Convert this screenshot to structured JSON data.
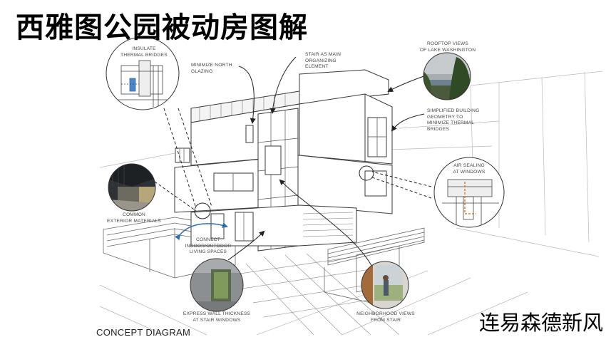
{
  "title": "西雅图公园被动房图解",
  "footer": "CONCEPT DIAGRAM",
  "watermark": "连易森德新风",
  "colors": {
    "line": "#555555",
    "accent_blue": "#2a6fb4",
    "accent_orange": "#e0792b",
    "title": "#000000"
  },
  "annotations": {
    "insulate": [
      "INSULATE",
      "THERMAL BRIDGES"
    ],
    "north": [
      "MINIMIZE NORTH",
      "GLAZING"
    ],
    "stair": [
      "STAIR AS MAIN",
      "ORGANIZING",
      "ELEMENT"
    ],
    "rooftop": [
      "ROOFTOP VIEWS",
      "OF LAKE WASHINGTON"
    ],
    "geometry": [
      "SIMPLIFIED BUILDING",
      "GEOMETRY TO",
      "MINIMIZE THERMAL",
      "BRIDGES"
    ],
    "airsealing": [
      "AIR SEALING",
      "AT WINDOWS"
    ],
    "materials": [
      "COMMON",
      "EXTERIOR MATERIALS"
    ],
    "connect": [
      "CONNECT",
      "INDOOR/OUTDOOR",
      "LIVING SPACES"
    ],
    "wall": [
      "EXPRESS WALL THICKNESS",
      "AT STAIR WINDOWS"
    ],
    "neighborhood": [
      "NEIGHBORHOOD VIEWS",
      "FROM STAIR"
    ]
  }
}
